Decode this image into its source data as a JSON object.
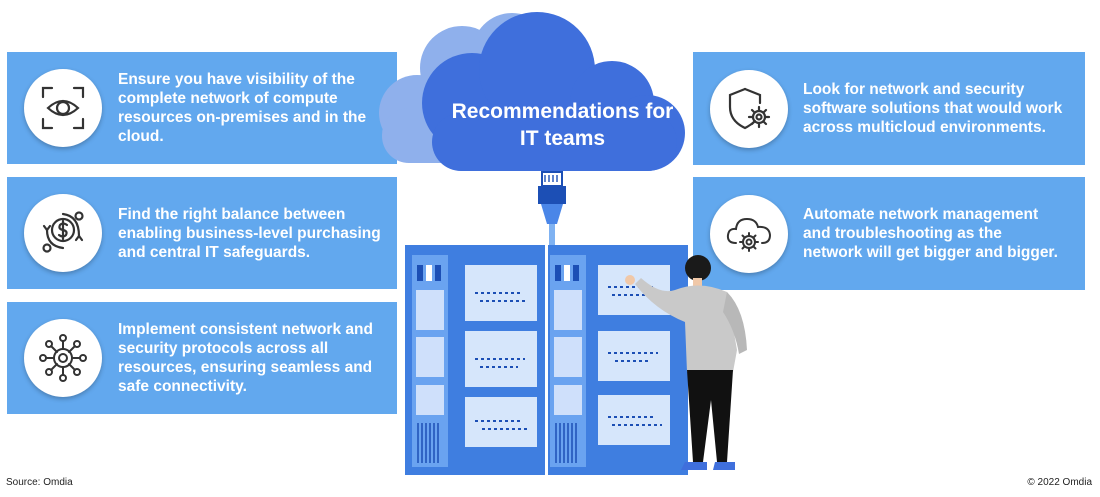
{
  "title": "Recommendations for IT teams",
  "cards": {
    "visibility": {
      "text": "Ensure you have visibility of the complete network of compute resources on-premises and in the cloud.",
      "icon": "eye-icon"
    },
    "balance": {
      "text": "Find the right balance between enabling business-level purchasing and central IT safeguards.",
      "icon": "dollar-cycle-icon"
    },
    "protocols": {
      "text": "Implement consistent network and security protocols across all resources, ensuring seamless and safe connectivity.",
      "icon": "network-hub-gear-icon"
    },
    "multicloud": {
      "text": "Look for network and security software solutions that would work across multicloud environments.",
      "icon": "shield-gear-icon"
    },
    "automate": {
      "text": "Automate network management and troubleshooting as the network will get bigger and bigger.",
      "icon": "cloud-gear-icon"
    }
  },
  "footer": {
    "source": "Source: Omdia",
    "copyright": "© 2022 Omdia"
  },
  "colors": {
    "card": "#62a8ee",
    "cloud_front": "#3f6fdc",
    "cloud_back": "#8fb0ec",
    "server": "#3f7ee0",
    "icon_stroke": "#333333"
  }
}
